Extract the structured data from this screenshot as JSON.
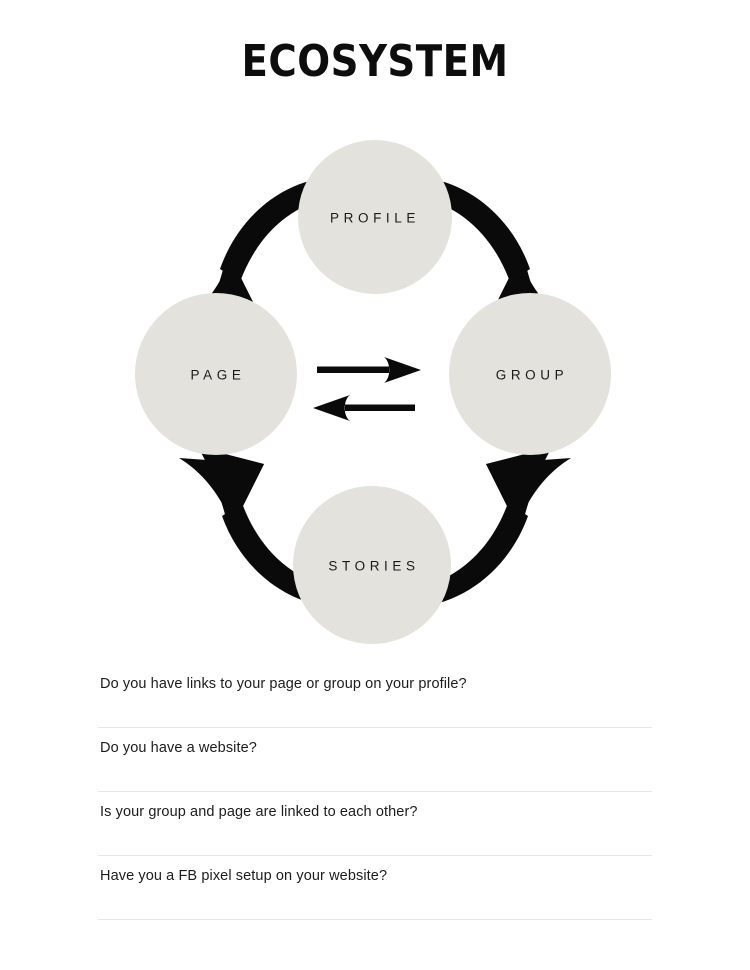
{
  "title": "ECOSYSTEM",
  "colors": {
    "circle_fill": "#e4e2dd",
    "arrow": "#0a0a0a",
    "text": "#1a1a1a",
    "divider": "#e9e7e3",
    "background": "#ffffff"
  },
  "diagram": {
    "type": "cycle",
    "nodes": [
      {
        "id": "profile",
        "label": "PROFILE",
        "position": "top"
      },
      {
        "id": "group",
        "label": "GROUP",
        "position": "right"
      },
      {
        "id": "stories",
        "label": "STORIES",
        "position": "bottom"
      },
      {
        "id": "page",
        "label": "PAGE",
        "position": "left"
      }
    ],
    "connections": [
      {
        "from": "profile",
        "to": "group",
        "style": "curved",
        "direction": "one-way",
        "quadrant": "top-right"
      },
      {
        "from": "group",
        "to": "stories",
        "style": "curved",
        "direction": "one-way",
        "quadrant": "bottom-right"
      },
      {
        "from": "stories",
        "to": "page",
        "style": "curved",
        "direction": "one-way",
        "quadrant": "bottom-left"
      },
      {
        "from": "page",
        "to": "profile",
        "style": "curved",
        "direction": "one-way",
        "quadrant": "top-left"
      },
      {
        "from": "page",
        "to": "group",
        "style": "straight",
        "direction": "right",
        "quadrant": "center"
      },
      {
        "from": "group",
        "to": "page",
        "style": "straight",
        "direction": "left",
        "quadrant": "center"
      }
    ]
  },
  "questions": [
    {
      "text": "Do you have links to your page or group on your profile?"
    },
    {
      "text": "Do you have a website?"
    },
    {
      "text": "Is your group and page are linked to each other?"
    },
    {
      "text": "Have you a FB pixel setup on your website?"
    }
  ]
}
